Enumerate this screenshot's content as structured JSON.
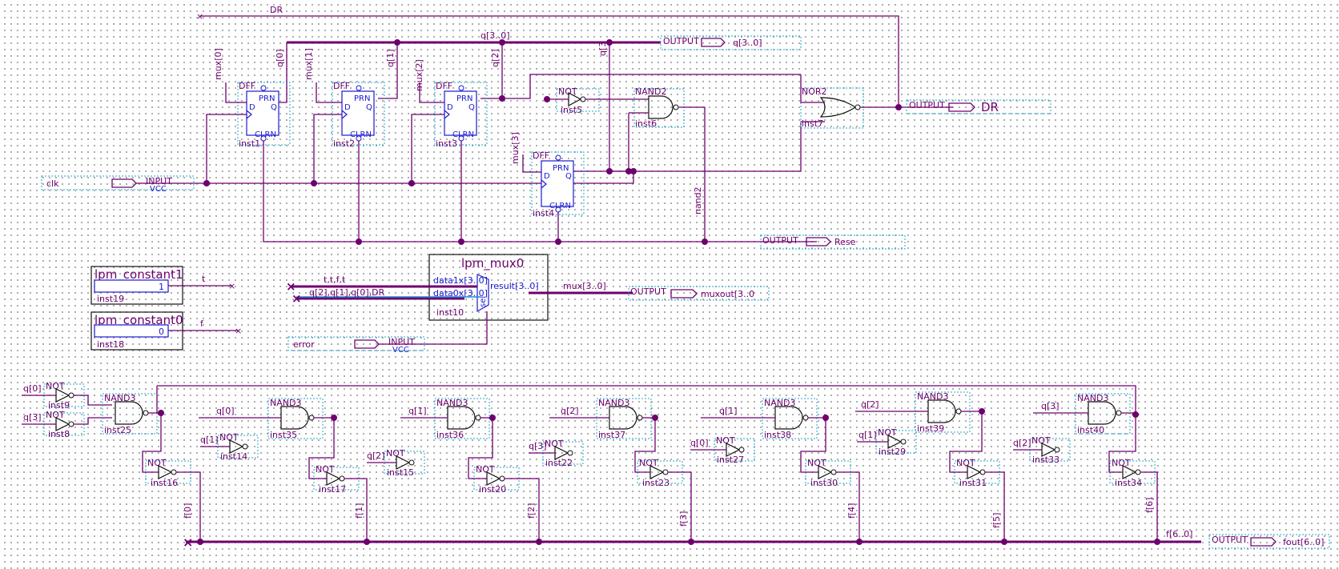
{
  "pins": {
    "clk": "clk",
    "clk_type": "INPUT",
    "clk_default": "VCC",
    "error": "error",
    "error_type": "INPUT",
    "error_default": "VCC",
    "out_q": "q[3..0]",
    "out_q_type": "OUTPUT",
    "out_dr": "DR",
    "out_dr_type": "OUTPUT",
    "out_reset": "Rese",
    "out_reset_type": "OUTPUT",
    "out_mux": "muxout[3..0",
    "out_mux_type": "OUTPUT",
    "out_fout": "fout[6..0]",
    "out_fout_type": "OUTPUT"
  },
  "wires": {
    "dr_top": "DR",
    "q_bus": "q[3..0]",
    "q0": "q[0]",
    "q1": "q[1]",
    "q2": "q[2]",
    "q3": "q[3",
    "mux0": "mux[0]",
    "mux1": "mux[1]",
    "mux2": "mux[2]",
    "mux3": "mux[3]",
    "nand2": "nand2",
    "t": "t",
    "f": "f",
    "tttt": "t,t,f,t",
    "qdr": "q[2],q[1],q[0],DR",
    "mux_bus": "mux[3..0]",
    "f0": "f[0]",
    "f1": "f[1]",
    "f2": "f[2]",
    "f3": "f[3]",
    "f4": "f[4]",
    "f5": "f[5]",
    "f6": "f[6]",
    "f_bus": "f[6..0]"
  },
  "dff": {
    "type": "DFF",
    "prn": "PRN",
    "clrn": "CLRN",
    "d": "D",
    "q": "Q",
    "inst1": "inst1",
    "inst2": "inst2",
    "inst3": "inst3",
    "inst4": "inst4"
  },
  "gates": {
    "not": "NOT",
    "nand2": "NAND2",
    "nor2": "NOR2",
    "nand3": "NAND3",
    "inst5": "inst5",
    "inst6": "inst6",
    "inst7": "inst7"
  },
  "lpm": {
    "const1_title": "lpm_constant1",
    "const1_value": "1",
    "const1_inst": "inst19",
    "const0_title": "lpm_constant0",
    "const0_value": "0",
    "const0_inst": "inst18",
    "mux_title": "lpm_mux0",
    "mux_data1": "data1x[3..0]",
    "mux_data0": "data0x[3..0]",
    "mux_result": "result[3..0]",
    "mux_sel": "sel",
    "mux_inst": "inst10"
  },
  "decoder": {
    "in_q0": "q[0]",
    "in_q3": "q[3]",
    "in_q1": "q[1]",
    "in_q2": "q[2]",
    "not_a": "inst9",
    "not_b": "inst8",
    "g1": "inst25",
    "g2": "inst35",
    "g3": "inst36",
    "g4": "inst37",
    "g5": "inst38",
    "g6": "inst39",
    "g7": "inst40",
    "n_g2": "inst14",
    "n_g3": "inst15",
    "n_g4": "inst22",
    "n_g5": "inst27",
    "n_g6": "inst29",
    "n_g7": "inst33",
    "o1": "inst16",
    "o2": "inst17",
    "o3": "inst20",
    "o4": "inst23",
    "o5": "inst30",
    "o6": "inst31",
    "o7": "inst34"
  }
}
